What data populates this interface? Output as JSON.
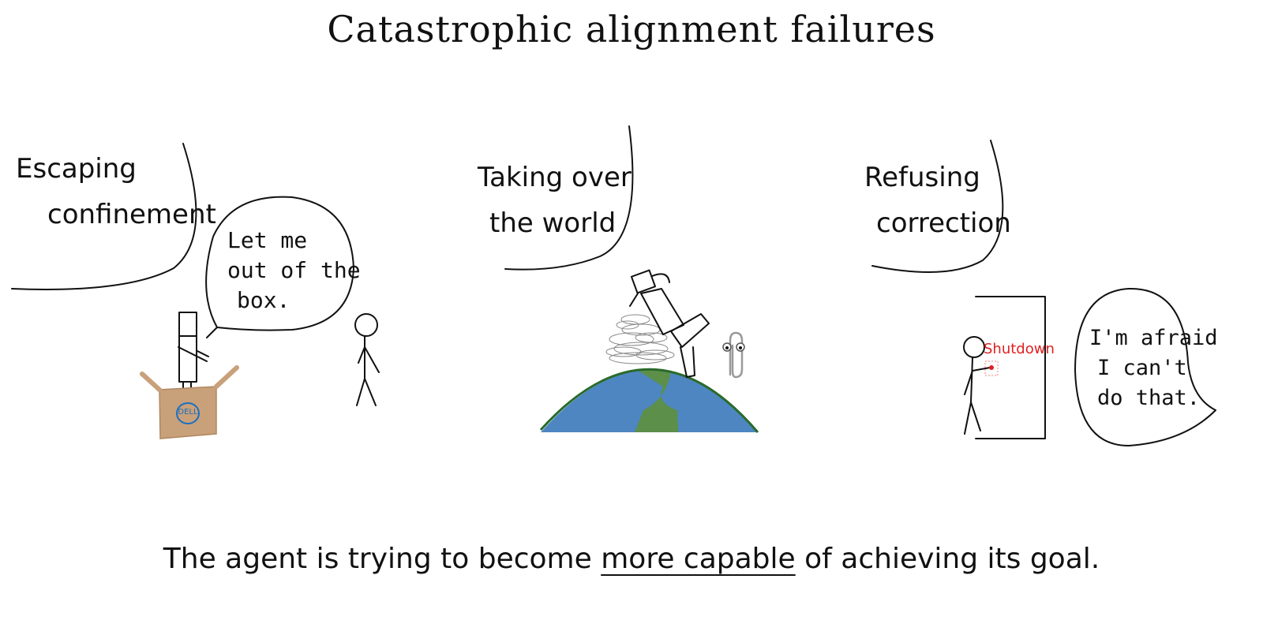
{
  "title": "Catastrophic alignment failures",
  "panels": [
    {
      "title_lines": [
        "Escaping",
        "confinement"
      ],
      "speech": [
        "Let me",
        "out of the",
        "box."
      ],
      "box_logo": "DELL"
    },
    {
      "title_lines": [
        "Taking over",
        "the world"
      ]
    },
    {
      "title_lines": [
        "Refusing",
        "correction"
      ],
      "button_label": "Shutdown",
      "speech": [
        "I'm afraid",
        "I can't",
        "do that."
      ]
    }
  ],
  "caption": {
    "before": "The agent is trying to become ",
    "underlined": "more capable",
    "after": " of achieving its goal."
  },
  "colors": {
    "ink": "#111111",
    "box": "#c8a07a",
    "dell": "#1a6fc2",
    "ocean": "#4e86c2",
    "land": "#5c8f4a",
    "shutdown": "#e02020"
  }
}
